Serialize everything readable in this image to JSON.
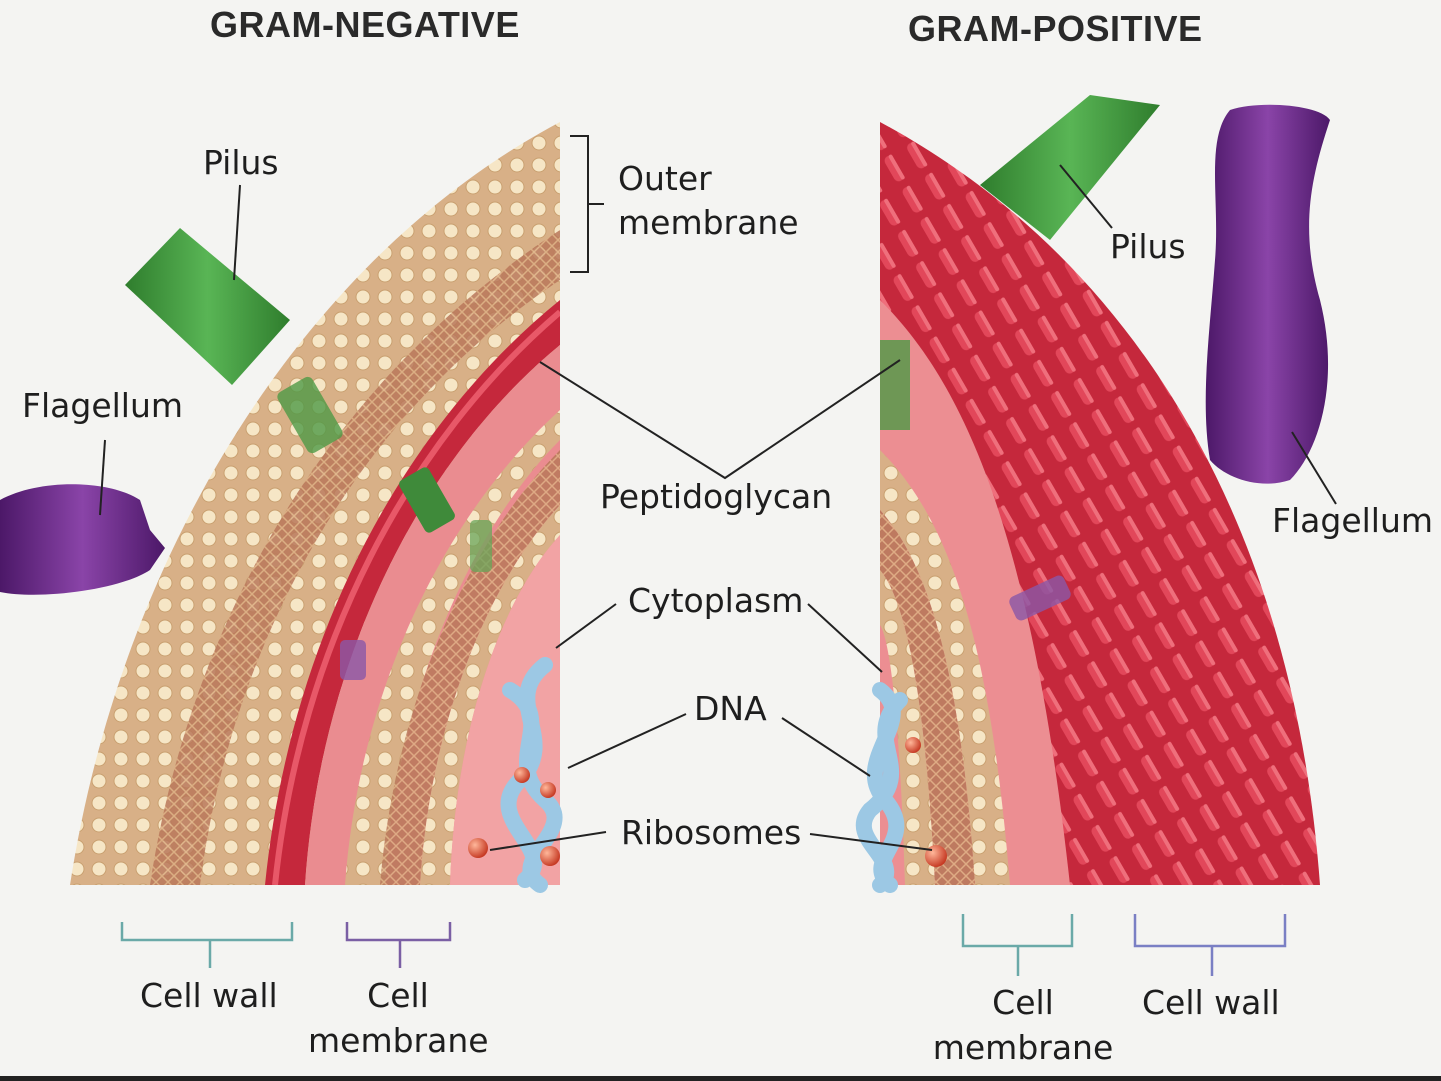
{
  "titles": {
    "left": "GRAM-NEGATIVE",
    "right": "GRAM-POSITIVE"
  },
  "labels": {
    "pilus_left": "Pilus",
    "outer_membrane_line1": "Outer",
    "outer_membrane_line2": "membrane",
    "flagellum_left": "Flagellum",
    "peptidoglycan": "Peptidoglycan",
    "cytoplasm": "Cytoplasm",
    "dna": "DNA",
    "ribosomes": "Ribosomes",
    "pilus_right": "Pilus",
    "flagellum_right": "Flagellum",
    "cell_wall_left": "Cell wall",
    "cell_membrane_left_line1": "Cell",
    "cell_membrane_left_line2": "membrane",
    "cell_membrane_right_line1": "Cell",
    "cell_membrane_right_line2": "membrane",
    "cell_wall_right": "Cell wall"
  },
  "colors": {
    "pilus": "#3f9a3c",
    "flagellum": "#6a2a86",
    "peptidoglycan": "#c8263e",
    "lipid_bilayer": "#d9b58a",
    "lipid_head": "#f3e3c3",
    "cytoplasm": "#ef9a9c",
    "dna": "#9cc8e4",
    "ribosome": "#d8432a",
    "bracket_wall": "#6aa9a8",
    "bracket_membrane": "#7a5fa4"
  }
}
